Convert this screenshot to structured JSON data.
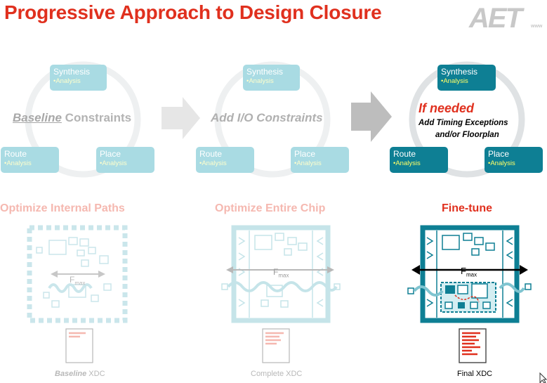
{
  "title": "Progressive Approach to Design Closure",
  "logo": {
    "text": "AET",
    "small": "www"
  },
  "boxes": {
    "synthesis": "Synthesis",
    "route": "Route",
    "place": "Place",
    "analysis": "•Analysis"
  },
  "stages": [
    {
      "center_emphasis": "Baseline",
      "center_rest": " Constraints",
      "optimize_label": "Optimize Internal Paths",
      "xdc_emphasis": "Baseline",
      "xdc_rest": " XDC"
    },
    {
      "center_text": "Add I/O Constraints",
      "optimize_label": "Optimize Entire Chip",
      "xdc_label": "Complete XDC"
    },
    {
      "center_highlight": "If needed",
      "center_line1": "Add Timing Exceptions",
      "center_line2": "and/or Floorplan",
      "optimize_label": "Fine-tune",
      "xdc_label": "Final XDC"
    }
  ],
  "fmax": {
    "main": "F",
    "sub": "max"
  },
  "colors": {
    "title_red": "#e0301e",
    "faded_box": "#a9dbe3",
    "bold_box": "#0e7f94",
    "faded_label": "#f5b8b0",
    "final_label": "#e0301e",
    "chip_faded": "#9fd3dc",
    "chip_bold": "#0e7f94"
  }
}
